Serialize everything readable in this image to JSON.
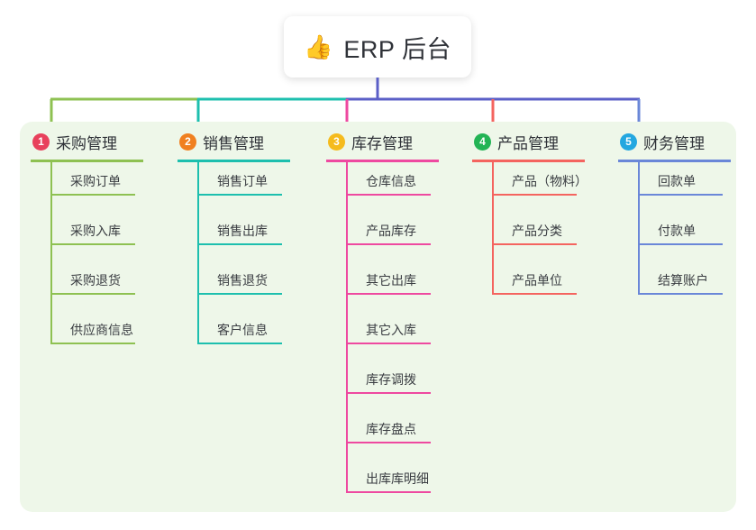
{
  "root": {
    "emoji": "👍",
    "emoji_name": "thumbs-up-emoji",
    "title": "ERP 后台"
  },
  "colors": {
    "page_background": "#ffffff",
    "panel_background": "#eef7e9",
    "card_background": "#ffffff",
    "trunk": "#5b5fc7",
    "text": "#2f3238"
  },
  "branches": [
    {
      "number": "1",
      "label": "采购管理",
      "badge_color": "#e8415c",
      "line_color": "#8ec152",
      "items": [
        "采购订单",
        "采购入库",
        "采购退货",
        "供应商信息"
      ]
    },
    {
      "number": "2",
      "label": "销售管理",
      "badge_color": "#f08020",
      "line_color": "#1dbfae",
      "items": [
        "销售订单",
        "销售出库",
        "销售退货",
        "客户信息"
      ]
    },
    {
      "number": "3",
      "label": "库存管理",
      "badge_color": "#f5bb1d",
      "line_color": "#ee49a0",
      "items": [
        "仓库信息",
        "产品库存",
        "其它出库",
        "其它入库",
        "库存调拨",
        "库存盘点",
        "出库库明细"
      ]
    },
    {
      "number": "4",
      "label": "产品管理",
      "badge_color": "#23b455",
      "line_color": "#f4645f",
      "items": [
        "产品（物料）",
        "产品分类",
        "产品单位"
      ]
    },
    {
      "number": "5",
      "label": "财务管理",
      "badge_color": "#23a7e0",
      "line_color": "#6a87d8",
      "items": [
        "回款单",
        "付款单",
        "结算账户"
      ]
    }
  ]
}
